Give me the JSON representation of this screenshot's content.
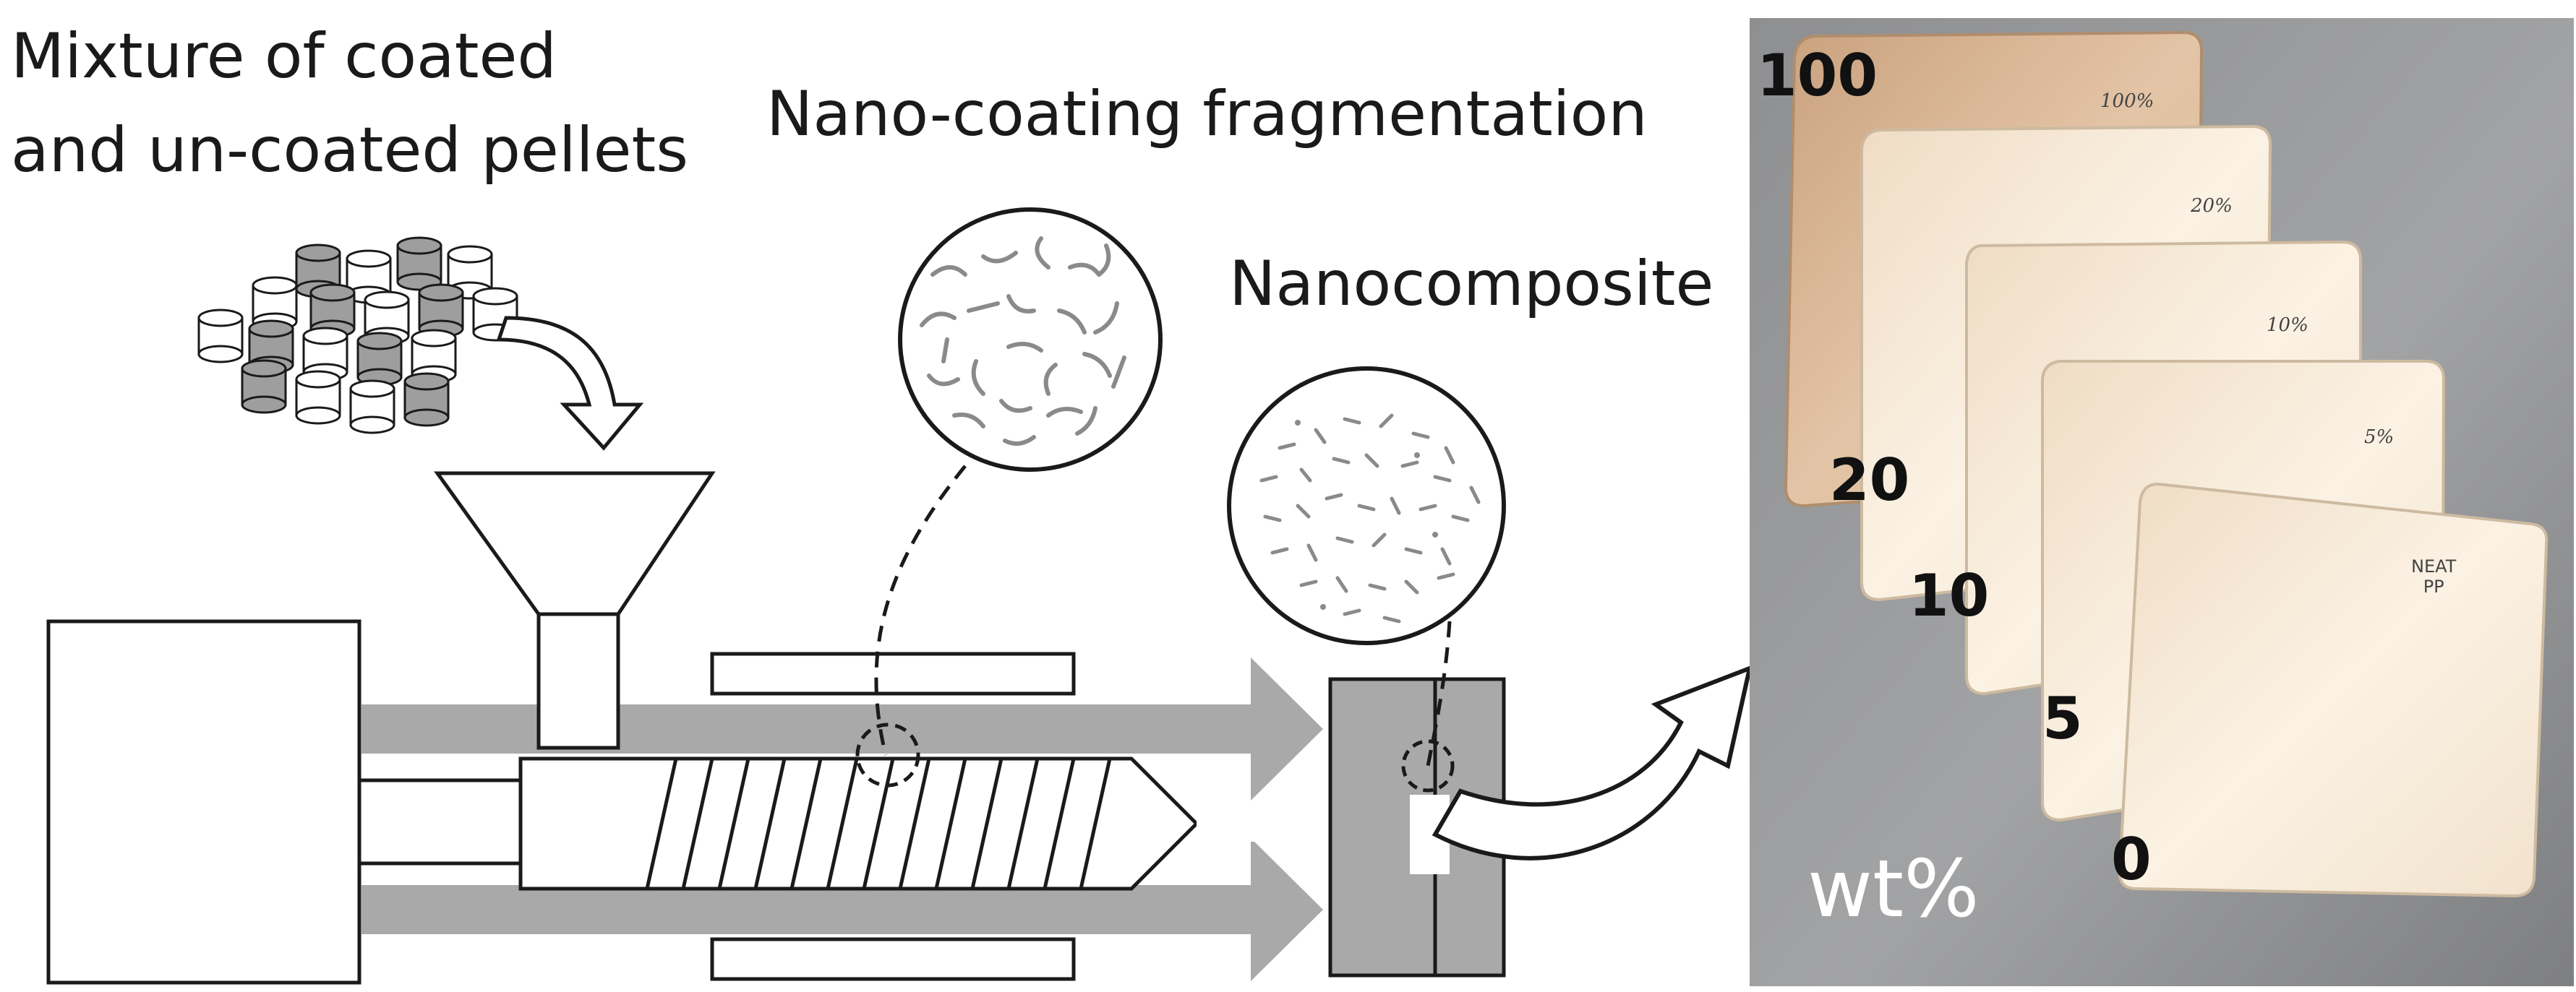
{
  "labels": {
    "pellets_line1": "Mixture of coated",
    "pellets_line2": "and un-coated pellets",
    "fragmentation": "Nano-coating fragmentation",
    "nanocomposite": "Nanocomposite"
  },
  "photo": {
    "unit": "wt%",
    "plates": [
      {
        "value": "100",
        "note": "100%"
      },
      {
        "value": "20",
        "note": "20%"
      },
      {
        "value": "10",
        "note": "10%"
      },
      {
        "value": "5",
        "note": "5%"
      },
      {
        "value": "0",
        "note_line1": "NEAT",
        "note_line2": "PP"
      }
    ]
  },
  "colors": {
    "barrel_gray": "#a9a9a9",
    "outline": "#1a1a1a",
    "photo_bg": "#9b9b9c",
    "plate_100": "#dcb998",
    "plate_light": "#f4e9d8"
  },
  "icons": [
    "pellet-cluster-icon",
    "curved-down-arrow-icon",
    "hopper-icon",
    "screw-icon",
    "mold-icon",
    "curved-right-arrow-icon"
  ]
}
